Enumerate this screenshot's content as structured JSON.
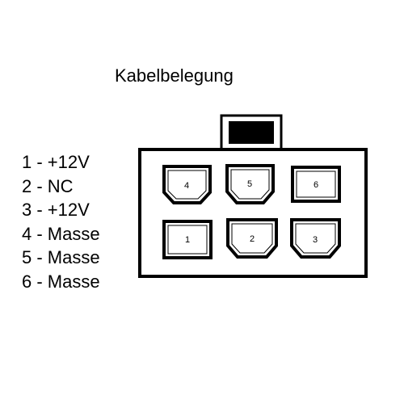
{
  "title": "Kabelbelegung",
  "pinout": [
    "1 - +12V",
    "2 - NC",
    "3 - +12V",
    "4 - Masse",
    "5 - Masse",
    "6 - Masse"
  ],
  "connector": {
    "pins": [
      {
        "label": "4",
        "shape": "pentagon"
      },
      {
        "label": "5",
        "shape": "pentagon"
      },
      {
        "label": "6",
        "shape": "square"
      },
      {
        "label": "1",
        "shape": "square"
      },
      {
        "label": "2",
        "shape": "pentagon"
      },
      {
        "label": "3",
        "shape": "pentagon"
      }
    ]
  }
}
